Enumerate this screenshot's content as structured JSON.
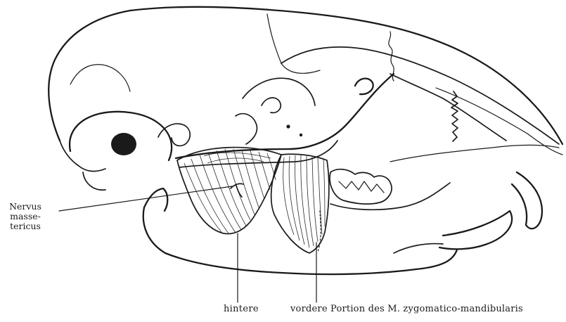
{
  "labels": {
    "nerve": [
      "Nervus",
      "masse-",
      "tericus"
    ],
    "posterior_portion": "hintere",
    "anterior_portion": "vordere Portion des M. zygomatico-mandibularis"
  },
  "colors": {
    "ink": "#1a1a1a",
    "paper": "#ffffff"
  }
}
